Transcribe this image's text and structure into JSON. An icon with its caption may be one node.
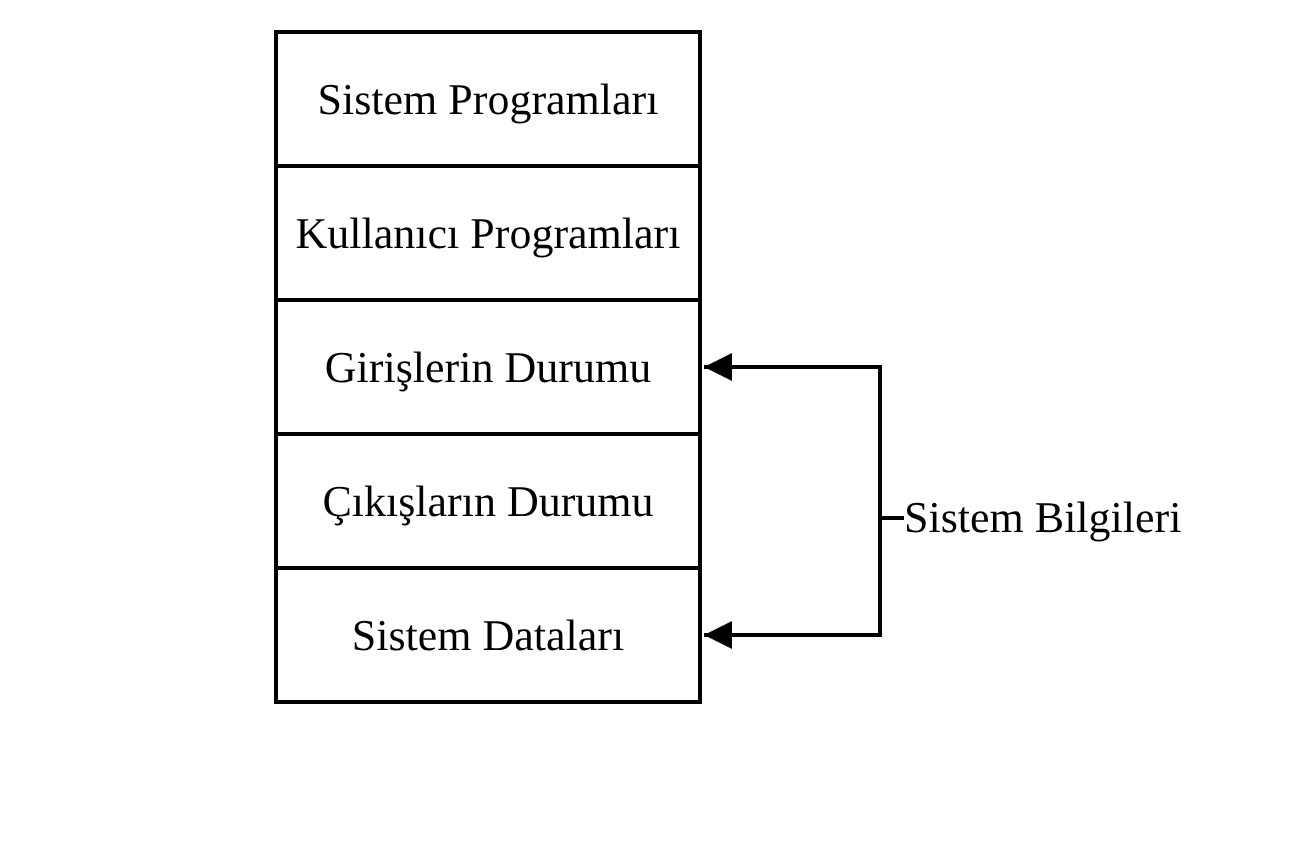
{
  "diagram": {
    "nodes": [
      {
        "text": [
          "Sistem Programları"
        ]
      },
      {
        "text": [
          "Kullanıcı Programları"
        ]
      },
      {
        "text": [
          "Girişlerin Durumu"
        ]
      },
      {
        "text": [
          "Çıkışların Durumu"
        ]
      },
      {
        "text": [
          "Sistem Dataları"
        ]
      },
      {
        "text": [
          "Sistem Bilgileri"
        ]
      }
    ],
    "edges": [
      {
        "from": 5,
        "to": 2,
        "arrow": "to"
      },
      {
        "from": 5,
        "to": 4,
        "arrow": "to"
      }
    ]
  }
}
